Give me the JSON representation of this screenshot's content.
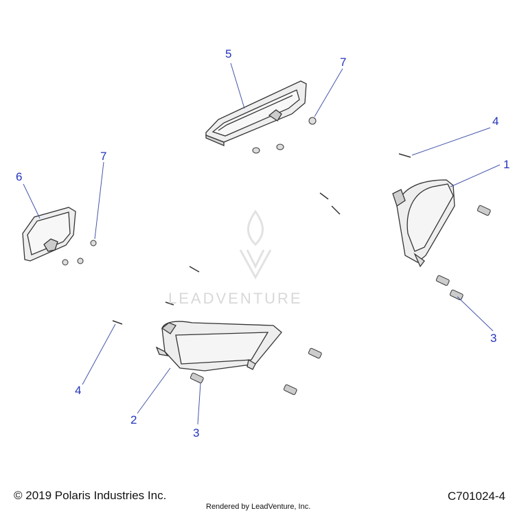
{
  "callouts": [
    {
      "id": "c1",
      "label": "1"
    },
    {
      "id": "c2",
      "label": "2"
    },
    {
      "id": "c3a",
      "label": "3"
    },
    {
      "id": "c3b",
      "label": "3"
    },
    {
      "id": "c4a",
      "label": "4"
    },
    {
      "id": "c4b",
      "label": "4"
    },
    {
      "id": "c5",
      "label": "5"
    },
    {
      "id": "c6",
      "label": "6"
    },
    {
      "id": "c7a",
      "label": "7"
    },
    {
      "id": "c7b",
      "label": "7"
    }
  ],
  "watermark": {
    "text": "LEADVENTURE"
  },
  "footer": {
    "copyright": "© 2019 Polaris Industries Inc.",
    "rendered": "Rendered by LeadVenture, Inc.",
    "code": "C701024-4"
  },
  "colors": {
    "callout": "#2233bb",
    "part_stroke": "#333333",
    "part_fill": "#ededed",
    "leader": "#4455aa"
  }
}
